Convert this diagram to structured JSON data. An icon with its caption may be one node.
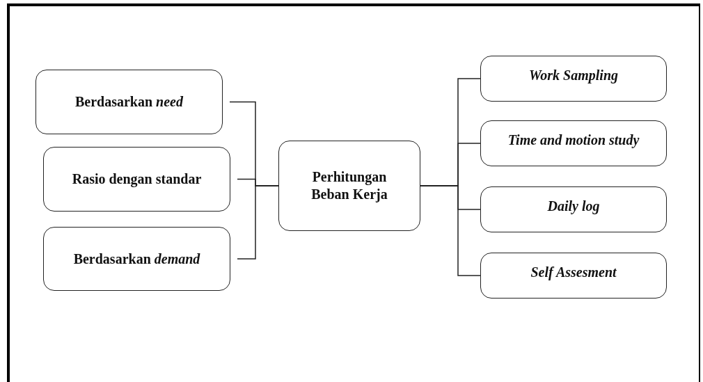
{
  "diagram": {
    "nodes": [
      {
        "text": [
          "Berdasarkan *need*"
        ]
      },
      {
        "text": [
          "Rasio dengan standar"
        ]
      },
      {
        "text": [
          "Berdasarkan *demand*"
        ]
      },
      {
        "text": [
          "Perhitungan Beban Kerja"
        ]
      },
      {
        "text": [
          "Work Sampling"
        ]
      },
      {
        "text": [
          "Time and motion study"
        ]
      },
      {
        "text": [
          "Daily log"
        ]
      },
      {
        "text": [
          "Self Assesment"
        ]
      }
    ],
    "edges": [
      {
        "from": 0,
        "to": 3,
        "arrow": "none"
      },
      {
        "from": 1,
        "to": 3,
        "arrow": "none"
      },
      {
        "from": 2,
        "to": 3,
        "arrow": "none"
      },
      {
        "from": 3,
        "to": 4,
        "arrow": "none"
      },
      {
        "from": 3,
        "to": 5,
        "arrow": "none"
      },
      {
        "from": 3,
        "to": 6,
        "arrow": "none"
      },
      {
        "from": 3,
        "to": 7,
        "arrow": "none"
      }
    ]
  }
}
